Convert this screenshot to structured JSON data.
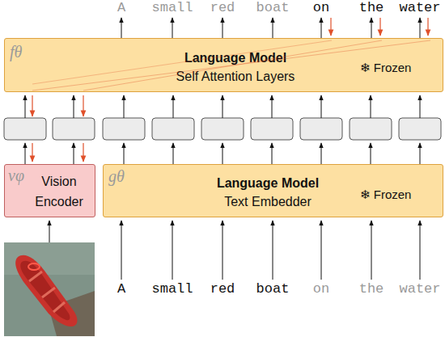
{
  "diagram": {
    "nodes": [
      {
        "text": [
          "fθ",
          "Language Model",
          "Self Attention Layers",
          "❄ Frozen"
        ]
      },
      {
        "text": [
          "vφ",
          "Vision Encoder"
        ]
      },
      {
        "text": [
          "gθ",
          "Language Model",
          "Text Embedder",
          "❄ Frozen"
        ]
      }
    ],
    "labels": [
      "A",
      "small",
      "red",
      "boat",
      "on",
      "the",
      "water",
      "A",
      "small",
      "red",
      "boat",
      "on",
      "the",
      "water"
    ]
  }
}
